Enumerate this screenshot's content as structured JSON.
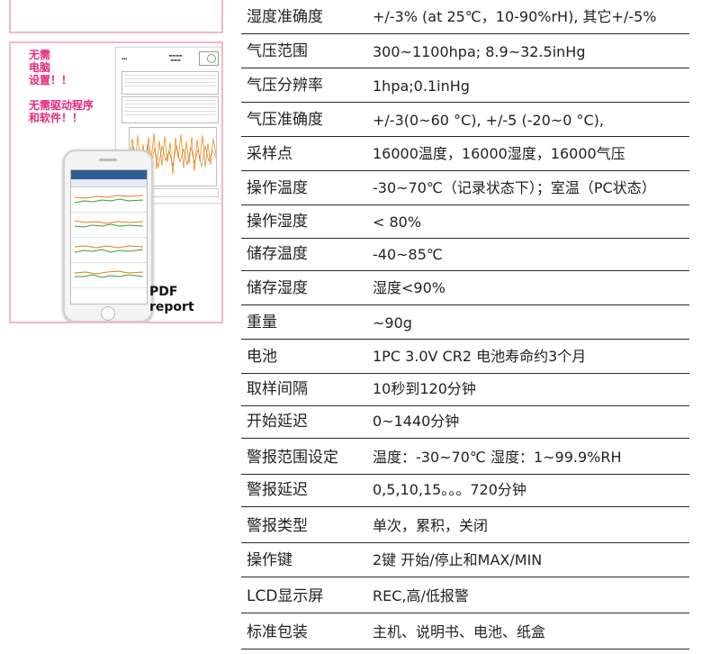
{
  "promo": {
    "line1": "无需\n电脑\n设置！！",
    "line2": "无需驱动程序\n和软件！！",
    "pdf_label": "PDF\nreport"
  },
  "specs": [
    {
      "label": "湿度准确度",
      "value": "+/-3% (at 25℃，10-90%rH), 其它+/-5%"
    },
    {
      "label": "气压范围",
      "value": "300~1100hpa; 8.9~32.5inHg"
    },
    {
      "label": "气压分辨率",
      "value": "1hpa;0.1inHg"
    },
    {
      "label": "气压准确度",
      "value": "+/-3(0~60 °C), +/-5 (-20~0 °C),"
    },
    {
      "label": "采样点",
      "value": "16000温度，16000湿度，16000气压"
    },
    {
      "label": "操作温度",
      "value": "-30~70℃（记录状态下）；室温（PC状态）"
    },
    {
      "label": "操作湿度",
      "value": "< 80%"
    },
    {
      "label": "储存温度",
      "value": "-40~85℃"
    },
    {
      "label": "储存湿度",
      "value": "湿度<90%"
    },
    {
      "label": "重量",
      "value": "~90g"
    },
    {
      "label": "电池",
      "value": "1PC 3.0V CR2 电池寿命约3个月"
    },
    {
      "label": "取样间隔",
      "value": "10秒到120分钟"
    },
    {
      "label": "开始延迟",
      "value": "0~1440分钟"
    },
    {
      "label": "警报范围设定",
      "value": "温度：-30~70℃ 湿度：1~99.9%RH"
    },
    {
      "label": "警报延迟",
      "value": "0,5,10,15。。。720分钟"
    },
    {
      "label": "警报类型",
      "value": "单次，累积，关闭"
    },
    {
      "label": "操作键",
      "value": "2键   开始/停止和MAX/MIN"
    },
    {
      "label": "LCD显示屏",
      "value": "REC,高/低报警"
    },
    {
      "label": "标准包装",
      "value": "主机、说明书、电池、纸盒"
    }
  ],
  "colors": {
    "promo_text": "#e6297d",
    "border_pink": "#f3b7c6",
    "rule": "#2a2a2a"
  }
}
